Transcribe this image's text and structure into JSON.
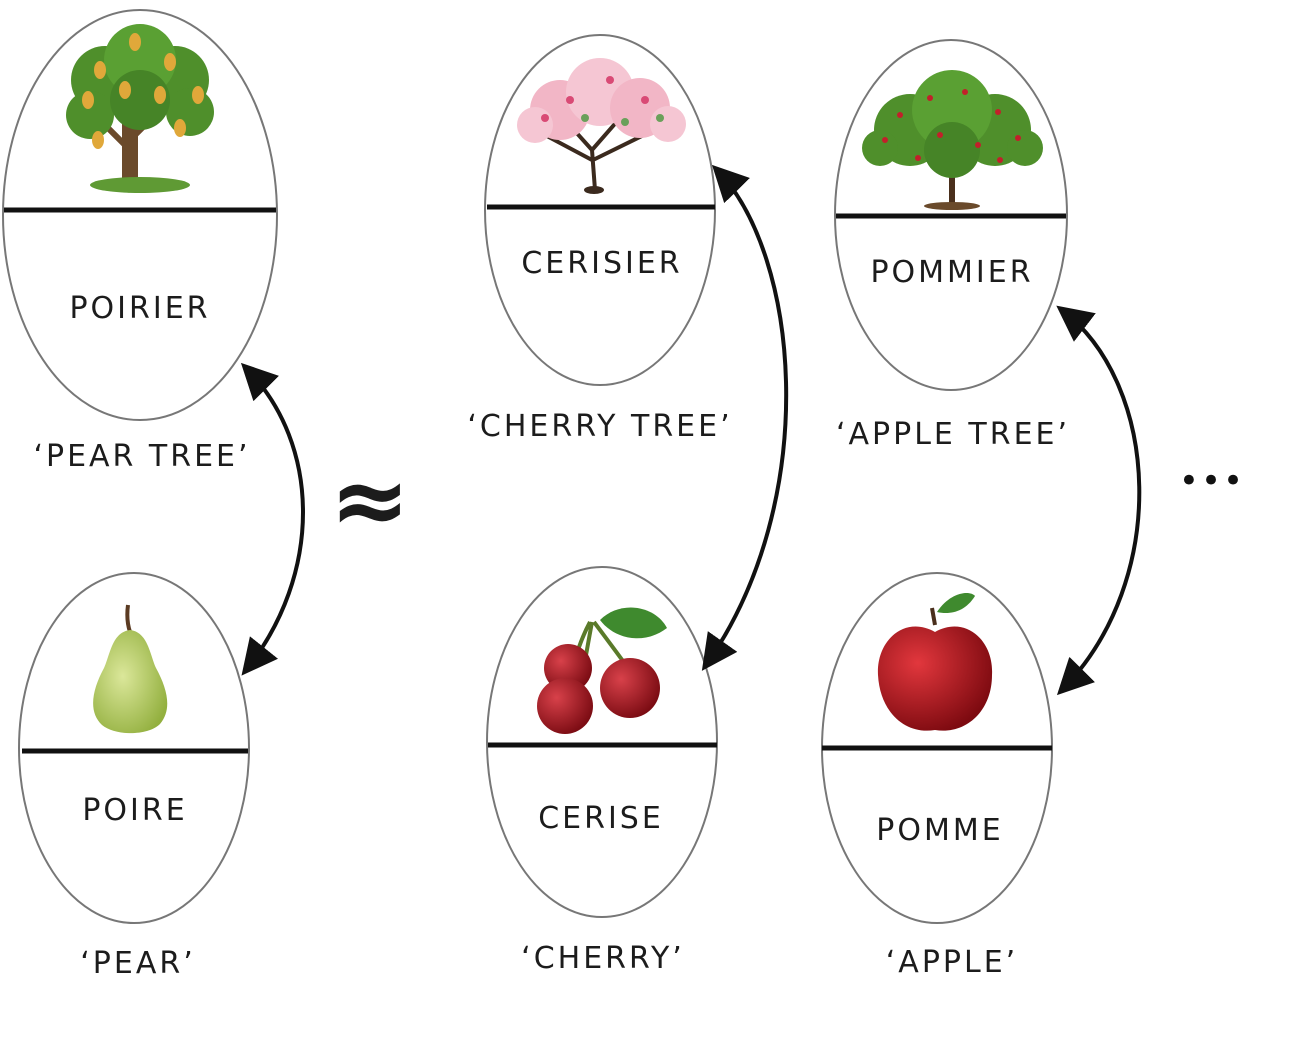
{
  "signs": {
    "pear_tree": {
      "word": "POIRIER",
      "gloss": "‘PEAR TREE’",
      "image": "pear-tree-icon"
    },
    "pear": {
      "word": "POIRE",
      "gloss": "‘PEAR’",
      "image": "pear-icon"
    },
    "cherry_tree": {
      "word": "CERISIER",
      "gloss": "‘CHERRY TREE’",
      "image": "cherry-tree-icon"
    },
    "cherry": {
      "word": "CERISE",
      "gloss": "‘CHERRY’",
      "image": "cherries-icon"
    },
    "apple_tree": {
      "word": "POMMIER",
      "gloss": "‘APPLE TREE’",
      "image": "apple-tree-icon"
    },
    "apple": {
      "word": "POMME",
      "gloss": "‘APPLE’",
      "image": "apple-icon"
    }
  },
  "relation_symbol": "≈",
  "continuation": "•••",
  "colors": {
    "line": "#111111",
    "foliage": "#4f8f2b",
    "trunk": "#6b4a2b",
    "pear": "#b8cf5a",
    "fruit_gold": "#e0a83a",
    "blossom": "#f2b6c6",
    "cherry_red": "#a3121c",
    "apple_red": "#b0141b",
    "leaf": "#3f8a2e"
  }
}
